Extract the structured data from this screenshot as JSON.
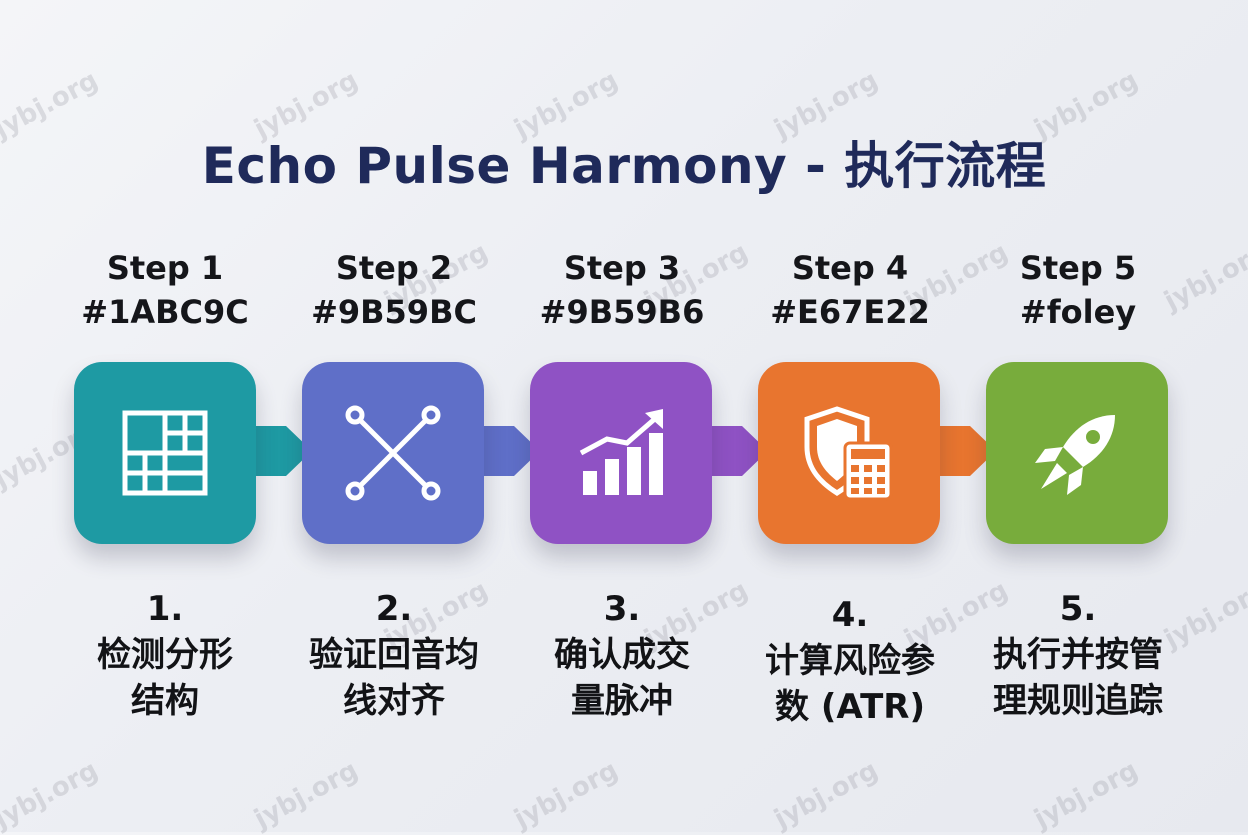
{
  "title": "Echo Pulse Harmony - 执行流程",
  "watermark": "jybj.org",
  "steps": [
    {
      "label": "Step 1",
      "code": "#1ABC9C",
      "color": "#1e9aa3",
      "icon": "grid-icon",
      "num": "1.",
      "desc": [
        "检测分形",
        "结构"
      ]
    },
    {
      "label": "Step 2",
      "code": "#9B59BC",
      "color": "#5f6fc8",
      "icon": "cross-nodes-icon",
      "num": "2.",
      "desc": [
        "验证回音均",
        "线对齐"
      ]
    },
    {
      "label": "Step 3",
      "code": "#9B59B6",
      "color": "#8f52c4",
      "icon": "bar-chart-trend-icon",
      "num": "3.",
      "desc": [
        "确认成交",
        "量脉冲"
      ]
    },
    {
      "label": "Step 4",
      "code": "#E67E22",
      "color": "#e8752f",
      "icon": "shield-calculator-icon",
      "num": "4.",
      "desc": [
        "计算风险参",
        "数 (ATR)"
      ]
    },
    {
      "label": "Step 5",
      "code": "#foley",
      "color": "#78ac3c",
      "icon": "rocket-icon",
      "num": "5.",
      "desc": [
        "执行并按管",
        "理规则追踪"
      ]
    }
  ]
}
